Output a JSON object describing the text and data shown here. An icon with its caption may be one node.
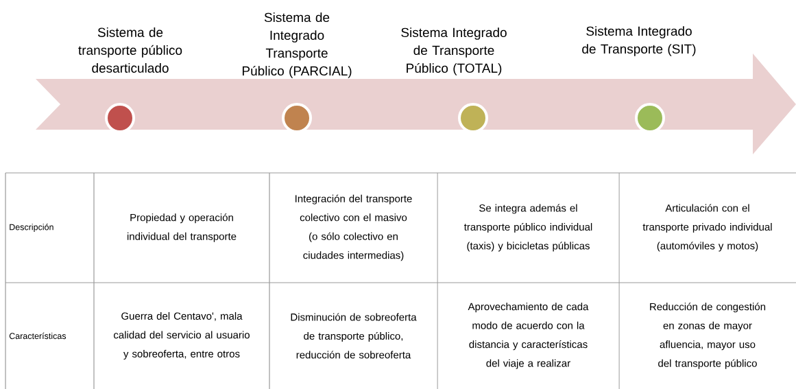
{
  "diagram": {
    "nodes": [
      {
        "text": [],
        "shape": "arrow"
      },
      {
        "text": [],
        "shape": "circle",
        "in": 0,
        "beside": [
          "Sistema de transporte público desarticulado"
        ]
      },
      {
        "text": [],
        "shape": "circle",
        "in": 0,
        "beside": [
          "Sistema de Integrado Transporte Público (PARCIAL)"
        ]
      },
      {
        "text": [],
        "shape": "circle",
        "in": 0,
        "beside": [
          "Sistema Integrado de Transporte Público (TOTAL)"
        ]
      },
      {
        "text": [],
        "shape": "circle",
        "in": 0,
        "beside": [
          "Sistema Integrado de Transporte (SIT)"
        ]
      }
    ],
    "labels": [
      "Descripción",
      "Propiedad y operación individual del transporte",
      "Integración del transporte colectivo con el masivo (o sólo colectivo en ciudades intermedias)",
      "Se integra además el transporte público individual (taxis) y bicicletas públicas",
      "Articulación con el transporte privado individual (automóviles y motos)",
      "Características",
      "Guerra del Centavo', mala calidad del servicio al usuario y sobreoferta, entre otros",
      "Disminución de sobreoferta de transporte público, reducción de sobreoferta",
      "Aprovechamiento de cada modo de acuerdo con la distancia y características del viaje a realizar",
      "Reducción de congestión en zonas de mayor afluencia, mayor uso del transporte público"
    ]
  }
}
